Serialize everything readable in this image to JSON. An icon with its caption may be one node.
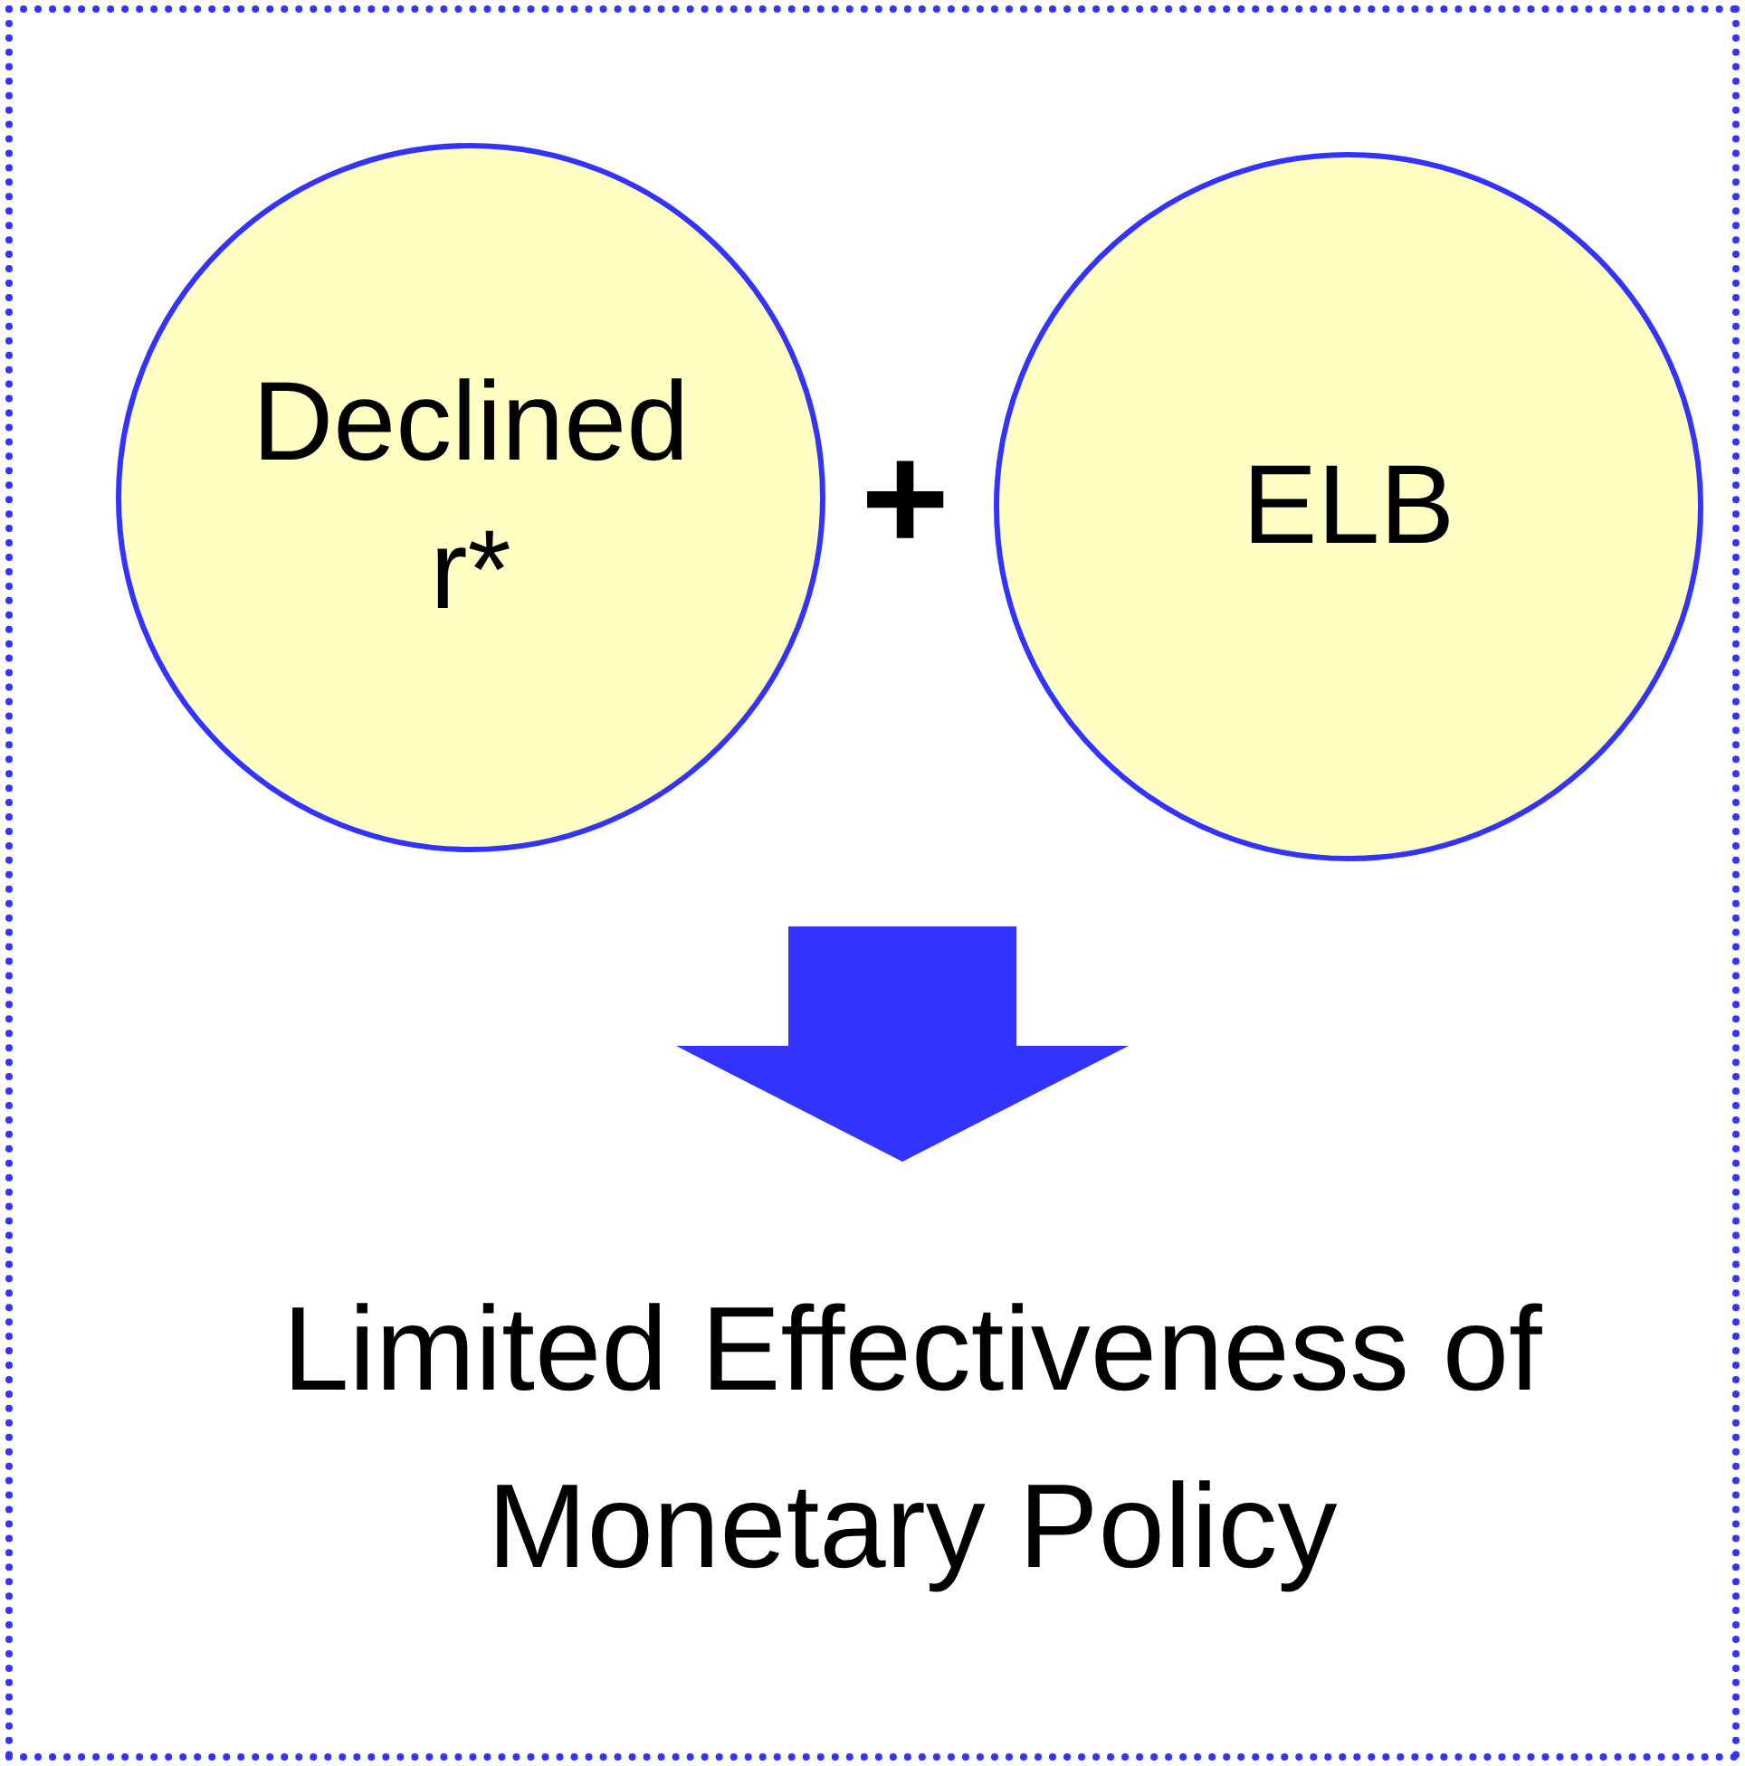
{
  "diagram": {
    "nodes": [
      {
        "text": [],
        "shape": "box"
      },
      {
        "text": [
          "Declined r*"
        ],
        "in": 0
      },
      {
        "text": [
          "ELB"
        ],
        "in": 0
      },
      {
        "text": [
          "Limited Effectiveness of Monetary Policy"
        ],
        "in": 0
      }
    ],
    "edges": [
      {
        "from": 1,
        "to": 3,
        "arrow": "to",
        "style": "thick"
      },
      {
        "from": 2,
        "to": 3,
        "arrow": "to",
        "style": "thick"
      }
    ],
    "labels": [
      "+"
    ]
  }
}
